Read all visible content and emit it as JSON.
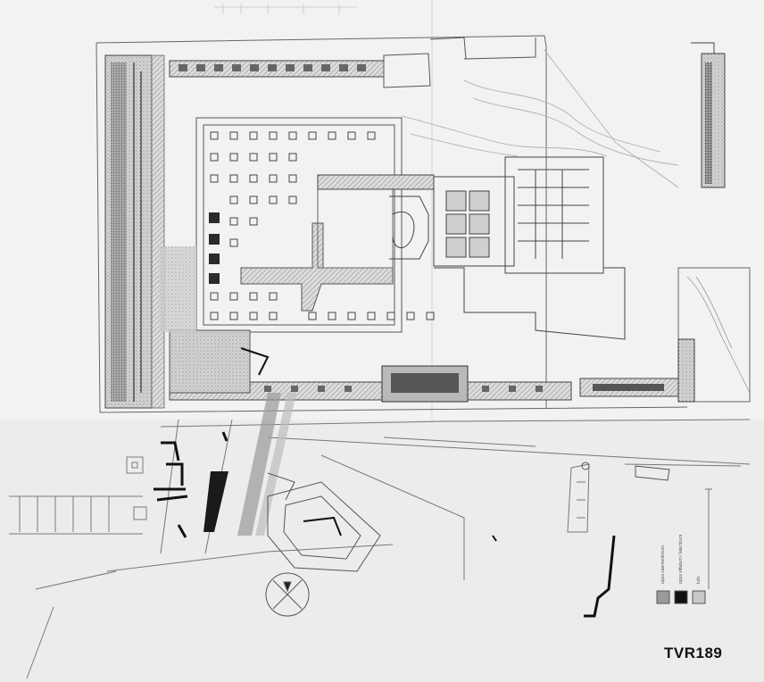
{
  "sheet": {
    "code": "TVR189"
  },
  "legend": {
    "items": [
      {
        "label": "opus caementicium",
        "swatch": "#9a9a9a"
      },
      {
        "label": "opus vittatum / latericium",
        "swatch": "#111111"
      },
      {
        "label": "tufo",
        "swatch": "#c8c8c8"
      }
    ]
  },
  "colors": {
    "paper": "#ececec",
    "paper_upper": "#f2f2f2",
    "line": "#555555",
    "dark_fill": "#1a1a1a",
    "hatch": "#8a8a8a"
  }
}
